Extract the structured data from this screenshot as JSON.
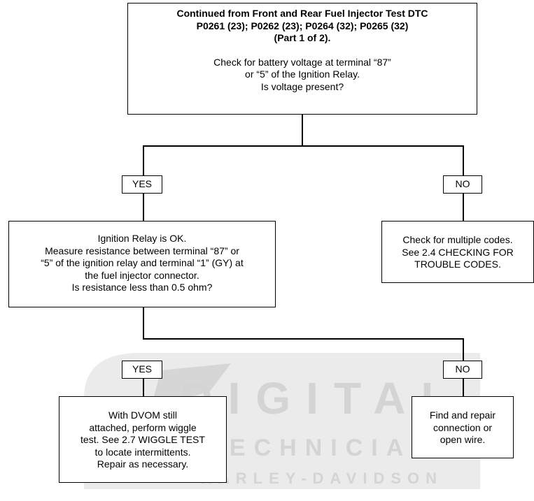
{
  "start": {
    "title_lines": [
      "Continued from Front and Rear Fuel Injector Test DTC",
      "P0261 (23); P0262 (23); P0264 (32); P0265 (32)",
      "(Part 1 of 2)."
    ],
    "question_lines": [
      "Check for battery voltage at terminal “87”",
      "or “5” of the Ignition Relay.",
      "Is voltage present?"
    ]
  },
  "branch1": {
    "yes_label": "YES",
    "no_label": "NO"
  },
  "relay_ok": {
    "lines": [
      "Ignition Relay is OK.",
      "Measure resistance between terminal “87” or",
      "“5” of the ignition relay and terminal “1” (GY) at",
      "the fuel injector connector.",
      "Is resistance less than 0.5 ohm?"
    ]
  },
  "multiple_codes": {
    "lines": [
      "Check for multiple codes.",
      "See 2.4 CHECKING FOR",
      "TROUBLE CODES."
    ]
  },
  "branch2": {
    "yes_label": "YES",
    "no_label": "NO"
  },
  "wiggle": {
    "lines": [
      "With DVOM still",
      "attached, perform wiggle",
      "test. See 2.7 WIGGLE TEST",
      "to locate intermittents.",
      "Repair as necessary."
    ]
  },
  "repair": {
    "lines": [
      "Find and repair",
      "connection or",
      "open wire."
    ]
  },
  "watermark": {
    "line1": "DIGITAL",
    "line2": "TECHNICIAN",
    "line3": "HARLEY-DAVIDSON",
    "color": "#d9d9d9"
  }
}
